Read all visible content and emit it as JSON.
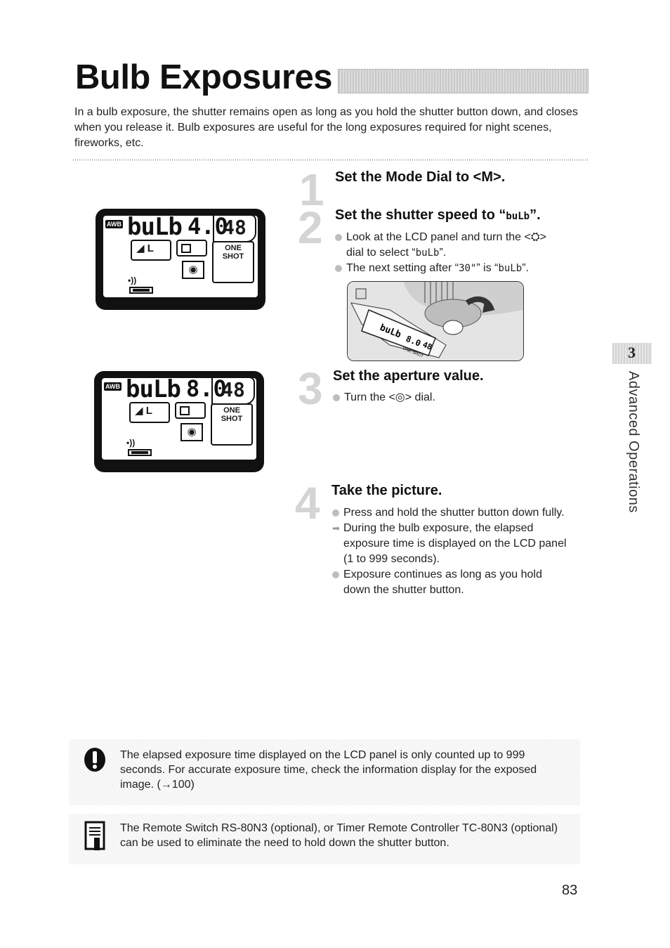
{
  "page": {
    "title": "Bulb Exposures",
    "intro": "In a bulb exposure, the shutter remains open as long as you hold the shutter button down, and closes when you release it. Bulb exposures are useful for the long exposures required for night scenes, fireworks, etc.",
    "page_number": "83"
  },
  "lcd_panels": [
    {
      "awb": "AWB",
      "shutter": "buLb",
      "aperture": "4.0",
      "shots": "48",
      "af_label": "L",
      "drive_label": "ONE SHOT",
      "metering": "◉",
      "beep": "•))"
    },
    {
      "awb": "AWB",
      "shutter": "buLb",
      "aperture": "8.0",
      "shots": "48",
      "af_label": "L",
      "drive_label": "ONE SHOT",
      "metering": "◉",
      "beep": "•))"
    }
  ],
  "steps": [
    {
      "number": "1",
      "title": "Set the Mode Dial to <M>."
    },
    {
      "number": "2",
      "title_prefix": "Set the shutter speed to “",
      "title_lcd": "buLb",
      "title_suffix": "”.",
      "line1_prefix": "Look at the LCD panel and turn the <",
      "line1_icon": "⛭",
      "line1_suffix": ">",
      "line2_prefix": "dial to select “",
      "line2_lcd": "buLb",
      "line2_suffix": "”.",
      "line3_prefix": "The next setting after “",
      "line3_lcd": "30\"",
      "line3_mid": "” is “",
      "line3_lcd2": "buLb",
      "line3_suffix": "”."
    },
    {
      "number": "3",
      "title": "Set the aperture value.",
      "line1_prefix": "Turn the <",
      "line1_icon": "◎",
      "line1_suffix": "> dial."
    },
    {
      "number": "4",
      "title": "Take the picture.",
      "bullet1": "Press and hold the shutter button down fully.",
      "bullet2": "During the bulb exposure, the elapsed exposure time is displayed on the LCD panel (1 to 999 seconds).",
      "bullet3": "Exposure continues as long as you hold down the shutter button."
    }
  ],
  "camera_figure": {
    "lcd_shutter": "buLb",
    "lcd_aperture": "8.0",
    "lcd_shots": "48",
    "drive_label": "ONE SHOT"
  },
  "sidebar": {
    "chapter_number": "3",
    "chapter_name": "Advanced Operations"
  },
  "notes": {
    "caution": "The elapsed exposure time displayed on the LCD panel is only counted up to 999 seconds. For accurate exposure time, check the information display for the exposed image. (→100)",
    "memo": "The Remote Switch RS-80N3 (optional), or Timer Remote Controller TC-80N3 (optional) can be used to eliminate the need to hold down the shutter button."
  }
}
